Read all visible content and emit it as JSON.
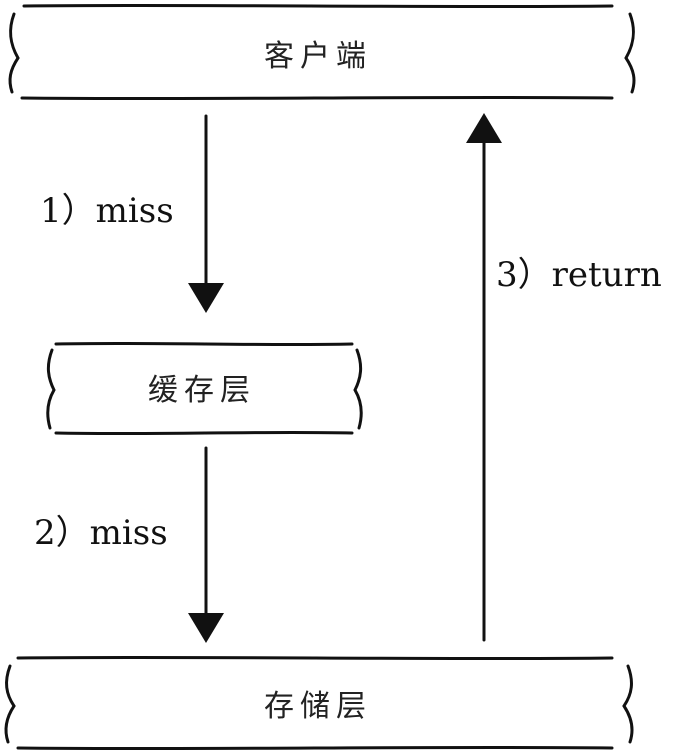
{
  "nodes": {
    "client": {
      "label": "客户端"
    },
    "cache": {
      "label": "缓存层"
    },
    "storage": {
      "label": "存储层"
    }
  },
  "edges": {
    "client_to_cache": {
      "label": "1）miss"
    },
    "cache_to_storage": {
      "label": "2）miss"
    },
    "storage_to_client": {
      "label": "3）return"
    }
  }
}
